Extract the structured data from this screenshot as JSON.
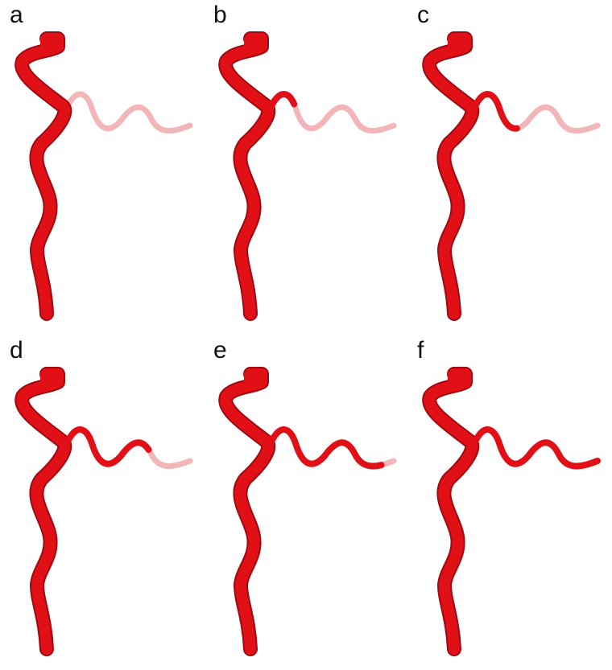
{
  "colors": {
    "vessel": "#e10f16",
    "vessel_dark": "#9e0a0f",
    "vessel_faded": "#f1a9ab",
    "background": "#ffffff"
  },
  "panels": [
    {
      "label": "a",
      "filled_fraction": 0.0
    },
    {
      "label": "b",
      "filled_fraction": 0.2
    },
    {
      "label": "c",
      "filled_fraction": 0.4
    },
    {
      "label": "d",
      "filled_fraction": 0.7
    },
    {
      "label": "e",
      "filled_fraction": 0.92
    },
    {
      "label": "f",
      "filled_fraction": 1.0
    }
  ]
}
